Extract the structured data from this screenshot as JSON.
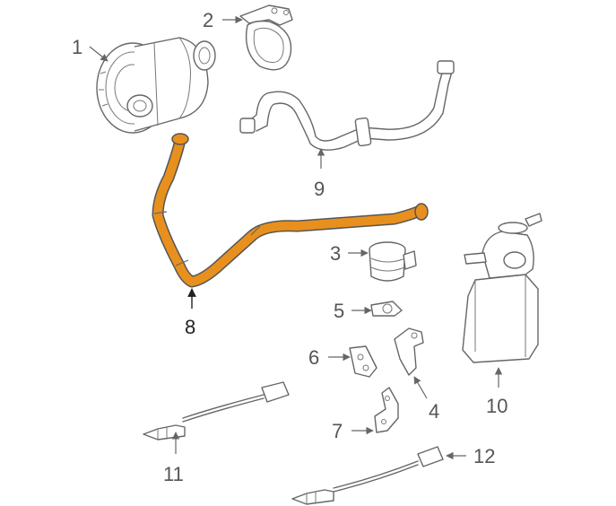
{
  "colors": {
    "highlight_hose": "#E8901E",
    "line_art": "#666666",
    "callout_text": "#555555",
    "background": "#ffffff"
  },
  "callouts": {
    "c1": "1",
    "c2": "2",
    "c3": "3",
    "c4": "4",
    "c5": "5",
    "c6": "6",
    "c7": "7",
    "c8": "8",
    "c9": "9",
    "c10": "10",
    "c11": "11",
    "c12": "12"
  }
}
